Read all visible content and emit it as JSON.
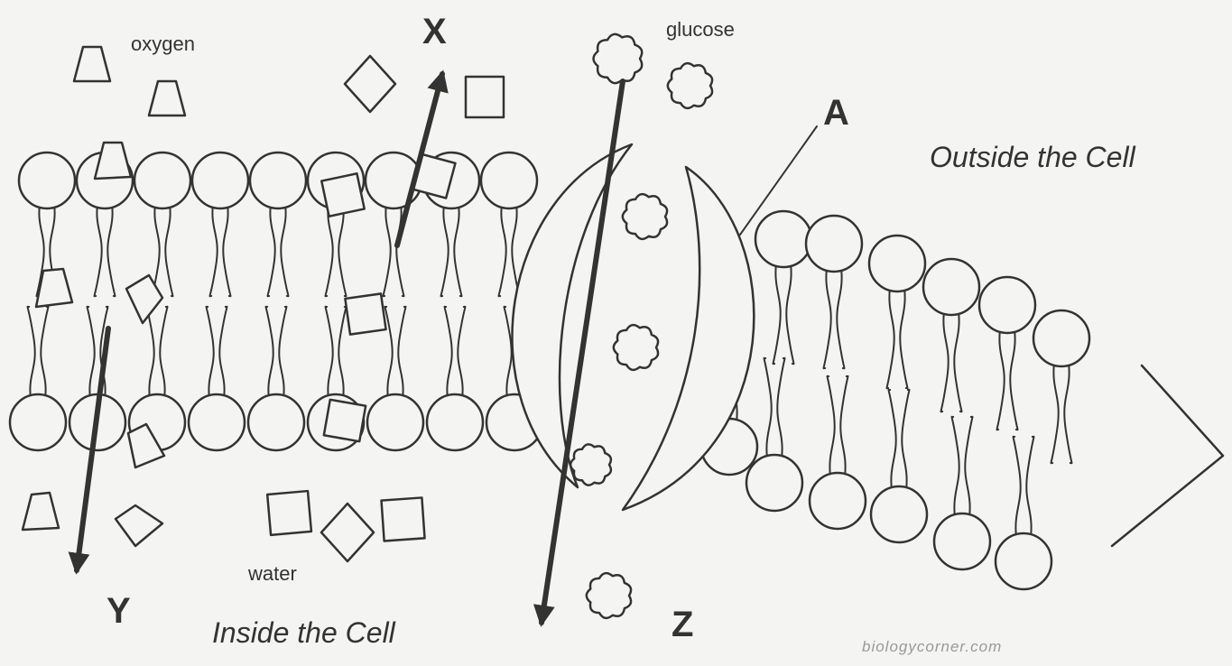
{
  "molecules": {
    "oxygen_label": "oxygen",
    "glucose_label": "glucose",
    "water_label": "water"
  },
  "arrows": {
    "x_label": "X",
    "y_label": "Y",
    "z_label": "Z"
  },
  "protein": {
    "label": "A"
  },
  "regions": {
    "outside": "Outside the Cell",
    "inside": "Inside the Cell"
  },
  "credit": "biologycorner.com"
}
